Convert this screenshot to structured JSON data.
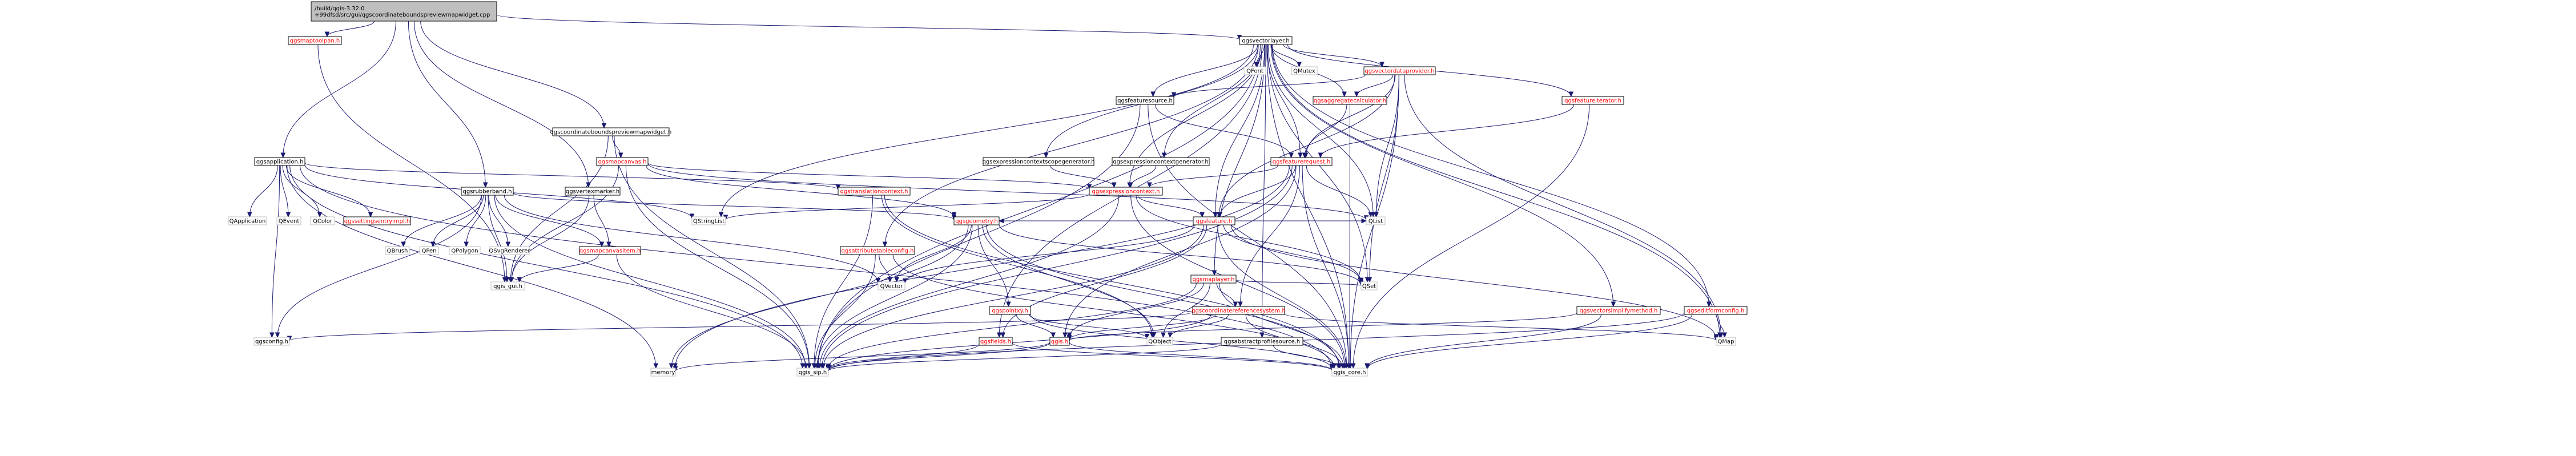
{
  "colors": {
    "edge": "#191970",
    "root_fill": "#bfbfbf",
    "root_stroke": "#000000",
    "plain_stroke": "#000000",
    "nodoc_stroke": "#bfbfbf",
    "linked_stroke": "#ff0000",
    "text": "#000000"
  },
  "nodes": [
    {
      "id": "root",
      "lines": [
        "/build/qgis-3.32.0",
        "+99dfsd/src/gui/qgscoordinateboundspreviewmapwidget.cpp"
      ],
      "style": "root"
    },
    {
      "id": "qgsvectorlayer_h",
      "lines": [
        "qgsvectorlayer.h"
      ],
      "style": "plain"
    },
    {
      "id": "qgsmaptoolpan_h",
      "lines": [
        "qgsmaptoolpan.h"
      ],
      "style": "linked"
    },
    {
      "id": "qgscoordinateboundspreviewmapwidget_h",
      "lines": [
        "qgscoordinateboundspreviewmapwidget.h"
      ],
      "style": "plain"
    },
    {
      "id": "qgsapplication_h",
      "lines": [
        "qgsapplication.h"
      ],
      "style": "plain"
    },
    {
      "id": "qgsvectordataprovider_h",
      "lines": [
        "qgsvectordataprovider.h"
      ],
      "style": "linked"
    },
    {
      "id": "qgsfeaturesource_h",
      "lines": [
        "qgsfeaturesource.h"
      ],
      "style": "plain"
    },
    {
      "id": "qgsaggregatecalculator_h",
      "lines": [
        "qgsaggregatecalculator.h"
      ],
      "style": "linked"
    },
    {
      "id": "qgsfeatureiterator_h",
      "lines": [
        "qgsfeatureiterator.h"
      ],
      "style": "linked"
    },
    {
      "id": "qgsmapcanvas_h",
      "lines": [
        "qgsmapcanvas.h"
      ],
      "style": "linked"
    },
    {
      "id": "qgsexpressioncontextscopegenerator_h",
      "lines": [
        "qgsexpressioncontextscopegenerator.h"
      ],
      "style": "plain"
    },
    {
      "id": "qgsexpressioncontextgenerator_h",
      "lines": [
        "qgsexpressioncontextgenerator.h"
      ],
      "style": "plain"
    },
    {
      "id": "qgsfeaturerequest_h",
      "lines": [
        "qgsfeaturerequest.h"
      ],
      "style": "linked"
    },
    {
      "id": "qgsexpressioncontext_h",
      "lines": [
        "qgsexpressioncontext.h"
      ],
      "style": "linked"
    },
    {
      "id": "QFont",
      "lines": [
        "QFont"
      ],
      "style": "nodoc"
    },
    {
      "id": "QMutex",
      "lines": [
        "QMutex"
      ],
      "style": "nodoc"
    },
    {
      "id": "QApplication",
      "lines": [
        "QApplication"
      ],
      "style": "nodoc"
    },
    {
      "id": "QEvent",
      "lines": [
        "QEvent"
      ],
      "style": "nodoc"
    },
    {
      "id": "QColor",
      "lines": [
        "QColor"
      ],
      "style": "nodoc"
    },
    {
      "id": "qgssettingsentryimpl_h",
      "lines": [
        "qgssettingsentryimpl.h"
      ],
      "style": "linked"
    },
    {
      "id": "qgsrubberband_h",
      "lines": [
        "qgsrubberband.h"
      ],
      "style": "plain"
    },
    {
      "id": "qgsvertexmarker_h",
      "lines": [
        "qgsvertexmarker.h"
      ],
      "style": "plain"
    },
    {
      "id": "QStringList",
      "lines": [
        "QStringList"
      ],
      "style": "nodoc"
    },
    {
      "id": "qgstranslationcontext_h",
      "lines": [
        "qgstranslationcontext.h"
      ],
      "style": "linked"
    },
    {
      "id": "qgsfeature_h",
      "lines": [
        "qgsfeature.h"
      ],
      "style": "linked"
    },
    {
      "id": "QList",
      "lines": [
        "QList"
      ],
      "style": "nodoc"
    },
    {
      "id": "QBrush",
      "lines": [
        "QBrush"
      ],
      "style": "nodoc"
    },
    {
      "id": "QPen",
      "lines": [
        "QPen"
      ],
      "style": "nodoc"
    },
    {
      "id": "QPolygon",
      "lines": [
        "QPolygon"
      ],
      "style": "nodoc"
    },
    {
      "id": "QSvgRenderer",
      "lines": [
        "QSvgRenderer"
      ],
      "style": "nodoc"
    },
    {
      "id": "qgsmapcanvasitem_h",
      "lines": [
        "qgsmapcanvasitem.h"
      ],
      "style": "linked"
    },
    {
      "id": "qgsattributetableconfig_h",
      "lines": [
        "qgsattributetableconfig.h"
      ],
      "style": "linked"
    },
    {
      "id": "qgsgeometry_h",
      "lines": [
        "qgsgeometry.h"
      ],
      "style": "linked"
    },
    {
      "id": "qgsmaplayer_h",
      "lines": [
        "qgsmaplayer.h"
      ],
      "style": "linked"
    },
    {
      "id": "qgsvectorsimplifymethod_h",
      "lines": [
        "qgsvectorsimplifymethod.h"
      ],
      "style": "linked"
    },
    {
      "id": "qgseditformconfig_h",
      "lines": [
        "qgseditformconfig.h"
      ],
      "style": "linked"
    },
    {
      "id": "QVector",
      "lines": [
        "QVector"
      ],
      "style": "nodoc"
    },
    {
      "id": "qgspointxy_h",
      "lines": [
        "qgspointxy.h"
      ],
      "style": "linked"
    },
    {
      "id": "qgscoordinatereferencesystem_h",
      "lines": [
        "qgscoordinatereferencesystem.h"
      ],
      "style": "linked"
    },
    {
      "id": "QSet",
      "lines": [
        "QSet"
      ],
      "style": "nodoc"
    },
    {
      "id": "QMap",
      "lines": [
        "QMap"
      ],
      "style": "nodoc"
    },
    {
      "id": "qgis_gui_h",
      "lines": [
        "qgis_gui.h"
      ],
      "style": "nodoc"
    },
    {
      "id": "qgsconfig_h",
      "lines": [
        "qgsconfig.h"
      ],
      "style": "nodoc"
    },
    {
      "id": "qgis_h",
      "lines": [
        "qgis.h"
      ],
      "style": "linked"
    },
    {
      "id": "qgsfields_h",
      "lines": [
        "qgsfields.h"
      ],
      "style": "linked"
    },
    {
      "id": "QObject",
      "lines": [
        "QObject"
      ],
      "style": "nodoc"
    },
    {
      "id": "qgsabstractprofilesource_h",
      "lines": [
        "qgsabstractprofilesource.h"
      ],
      "style": "plain"
    },
    {
      "id": "memory",
      "lines": [
        "memory"
      ],
      "style": "nodoc"
    },
    {
      "id": "qgis_sip_h",
      "lines": [
        "qgis_sip.h"
      ],
      "style": "nodoc"
    },
    {
      "id": "qgis_core_h",
      "lines": [
        "qgis_core.h"
      ],
      "style": "nodoc"
    }
  ],
  "edges": [
    [
      "root",
      "qgsvectorlayer_h"
    ],
    [
      "root",
      "qgsmaptoolpan_h"
    ],
    [
      "root",
      "qgscoordinateboundspreviewmapwidget_h"
    ],
    [
      "root",
      "qgsapplication_h"
    ],
    [
      "root",
      "qgsrubberband_h"
    ],
    [
      "root",
      "qgsvertexmarker_h"
    ],
    [
      "qgsmaptoolpan_h",
      "qgis_gui_h"
    ],
    [
      "qgscoordinateboundspreviewmapwidget_h",
      "qgsmapcanvas_h"
    ],
    [
      "qgscoordinateboundspreviewmapwidget_h",
      "qgis_gui_h"
    ],
    [
      "qgscoordinateboundspreviewmapwidget_h",
      "qgis_sip_h"
    ],
    [
      "qgsvectorlayer_h",
      "qgsvectordataprovider_h"
    ],
    [
      "qgsvectorlayer_h",
      "qgsfeaturesource_h"
    ],
    [
      "qgsvectorlayer_h",
      "qgsaggregatecalculator_h"
    ],
    [
      "qgsvectorlayer_h",
      "qgsfeatureiterator_h"
    ],
    [
      "qgsvectorlayer_h",
      "qgsexpressioncontextscopegenerator_h"
    ],
    [
      "qgsvectorlayer_h",
      "qgsexpressioncontextgenerator_h"
    ],
    [
      "qgsvectorlayer_h",
      "qgsfeaturerequest_h"
    ],
    [
      "qgsvectorlayer_h",
      "qgsexpressioncontext_h"
    ],
    [
      "qgsvectorlayer_h",
      "QFont"
    ],
    [
      "qgsvectorlayer_h",
      "QMutex"
    ],
    [
      "qgsvectorlayer_h",
      "QStringList"
    ],
    [
      "qgsvectorlayer_h",
      "qgsfeature_h"
    ],
    [
      "qgsvectorlayer_h",
      "QList"
    ],
    [
      "qgsvectorlayer_h",
      "qgsattributetableconfig_h"
    ],
    [
      "qgsvectorlayer_h",
      "qgsmaplayer_h"
    ],
    [
      "qgsvectorlayer_h",
      "qgsvectorsimplifymethod_h"
    ],
    [
      "qgsvectorlayer_h",
      "qgseditformconfig_h"
    ],
    [
      "qgsvectorlayer_h",
      "QSet"
    ],
    [
      "qgsvectorlayer_h",
      "QMap"
    ],
    [
      "qgsvectorlayer_h",
      "qgsfields_h"
    ],
    [
      "qgsvectorlayer_h",
      "qgsabstractprofilesource_h"
    ],
    [
      "qgsvectorlayer_h",
      "qgis_sip_h"
    ],
    [
      "qgsvectorlayer_h",
      "qgis_core_h"
    ],
    [
      "qgsvectordataprovider_h",
      "qgsfeaturesource_h"
    ],
    [
      "qgsvectordataprovider_h",
      "qgsaggregatecalculator_h"
    ],
    [
      "qgsvectordataprovider_h",
      "qgsfeaturerequest_h"
    ],
    [
      "qgsvectordataprovider_h",
      "qgsfeature_h"
    ],
    [
      "qgsvectordataprovider_h",
      "QList"
    ],
    [
      "qgsvectordataprovider_h",
      "QSet"
    ],
    [
      "qgsvectordataprovider_h",
      "QMap"
    ],
    [
      "qgsvectordataprovider_h",
      "qgis_core_h"
    ],
    [
      "qgsfeaturesource_h",
      "qgsfeaturerequest_h"
    ],
    [
      "qgsfeaturesource_h",
      "qgis_core_h"
    ],
    [
      "qgsfeaturesource_h",
      "qgis_sip_h"
    ],
    [
      "qgsaggregatecalculator_h",
      "qgsfeaturerequest_h"
    ],
    [
      "qgsaggregatecalculator_h",
      "qgis_core_h"
    ],
    [
      "qgsfeatureiterator_h",
      "qgsfeaturerequest_h"
    ],
    [
      "qgsfeatureiterator_h",
      "qgis_core_h"
    ],
    [
      "qgsmapcanvas_h",
      "qgsexpressioncontext_h"
    ],
    [
      "qgsmapcanvas_h",
      "qgsgeometry_h"
    ],
    [
      "qgsmapcanvas_h",
      "qgis_gui_h"
    ],
    [
      "qgsmapcanvas_h",
      "qgis_sip_h"
    ],
    [
      "qgsmapcanvas_h",
      "QList"
    ],
    [
      "qgsexpressioncontextscopegenerator_h",
      "qgsexpressioncontext_h"
    ],
    [
      "qgsexpressioncontextgenerator_h",
      "qgsexpressioncontext_h"
    ],
    [
      "qgsfeaturerequest_h",
      "qgsexpressioncontext_h"
    ],
    [
      "qgsfeaturerequest_h",
      "qgsfeature_h"
    ],
    [
      "qgsfeaturerequest_h",
      "QList"
    ],
    [
      "qgsfeaturerequest_h",
      "qgscoordinatereferencesystem_h"
    ],
    [
      "qgsfeaturerequest_h",
      "qgis_h"
    ],
    [
      "qgsfeaturerequest_h",
      "qgis_core_h"
    ],
    [
      "qgsfeaturerequest_h",
      "qgis_sip_h"
    ],
    [
      "qgsfeaturerequest_h",
      "memory"
    ],
    [
      "qgsexpressioncontext_h",
      "QStringList"
    ],
    [
      "qgsexpressioncontext_h",
      "QSet"
    ],
    [
      "qgsexpressioncontext_h",
      "qgsfeature_h"
    ],
    [
      "qgsexpressioncontext_h",
      "qgis_core_h"
    ],
    [
      "qgsexpressioncontext_h",
      "qgis_sip_h"
    ],
    [
      "qgsapplication_h",
      "QApplication"
    ],
    [
      "qgsapplication_h",
      "QEvent"
    ],
    [
      "qgsapplication_h",
      "QColor"
    ],
    [
      "qgsapplication_h",
      "qgssettingsentryimpl_h"
    ],
    [
      "qgsapplication_h",
      "QStringList"
    ],
    [
      "qgsapplication_h",
      "qgstranslationcontext_h"
    ],
    [
      "qgsapplication_h",
      "qgsconfig_h"
    ],
    [
      "qgsapplication_h",
      "qgis_core_h"
    ],
    [
      "qgsapplication_h",
      "qgis_sip_h"
    ],
    [
      "qgsapplication_h",
      "memory"
    ],
    [
      "qgsrubberband_h",
      "QBrush"
    ],
    [
      "qgsrubberband_h",
      "QPen"
    ],
    [
      "qgsrubberband_h",
      "QPolygon"
    ],
    [
      "qgsrubberband_h",
      "QSvgRenderer"
    ],
    [
      "qgsrubberband_h",
      "qgsmapcanvasitem_h"
    ],
    [
      "qgsrubberband_h",
      "qgsgeometry_h"
    ],
    [
      "qgsrubberband_h",
      "qgis_gui_h"
    ],
    [
      "qgsrubberband_h",
      "qgis_sip_h"
    ],
    [
      "qgsrubberband_h",
      "QVector"
    ],
    [
      "qgsrubberband_h",
      "qgsconfig_h"
    ],
    [
      "qgsvertexmarker_h",
      "qgsmapcanvasitem_h"
    ],
    [
      "qgsvertexmarker_h",
      "qgis_gui_h"
    ],
    [
      "qgstranslationcontext_h",
      "QObject"
    ],
    [
      "qgstranslationcontext_h",
      "qgis_core_h"
    ],
    [
      "qgstranslationcontext_h",
      "qgis_sip_h"
    ],
    [
      "qgsfeature_h",
      "QList"
    ],
    [
      "qgsfeature_h",
      "QSet"
    ],
    [
      "qgsfeature_h",
      "qgsgeometry_h"
    ],
    [
      "qgsfeature_h",
      "qgsfields_h"
    ],
    [
      "qgsfeature_h",
      "QVector"
    ],
    [
      "qgsfeature_h",
      "qgis_core_h"
    ],
    [
      "qgsfeature_h",
      "qgis_sip_h"
    ],
    [
      "qgsfeature_h",
      "QMap"
    ],
    [
      "qgsmapcanvasitem_h",
      "qgis_gui_h"
    ],
    [
      "qgsmapcanvasitem_h",
      "qgis_sip_h"
    ],
    [
      "qgsattributetableconfig_h",
      "QVector"
    ],
    [
      "qgsattributetableconfig_h",
      "qgis_core_h"
    ],
    [
      "qgsattributetableconfig_h",
      "qgis_sip_h"
    ],
    [
      "qgsgeometry_h",
      "qgspointxy_h"
    ],
    [
      "qgsgeometry_h",
      "QSet"
    ],
    [
      "qgsgeometry_h",
      "QVector"
    ],
    [
      "qgsgeometry_h",
      "QObject"
    ],
    [
      "qgsgeometry_h",
      "qgis_core_h"
    ],
    [
      "qgsgeometry_h",
      "qgis_sip_h"
    ],
    [
      "qgsgeometry_h",
      "memory"
    ],
    [
      "qgsmaplayer_h",
      "qgscoordinatereferencesystem_h"
    ],
    [
      "qgsmaplayer_h",
      "qgis_h"
    ],
    [
      "qgsmaplayer_h",
      "QObject"
    ],
    [
      "qgsmaplayer_h",
      "qgis_core_h"
    ],
    [
      "qgsmaplayer_h",
      "qgis_sip_h"
    ],
    [
      "qgsmaplayer_h",
      "QSet"
    ],
    [
      "qgsvectorsimplifymethod_h",
      "qgis_core_h"
    ],
    [
      "qgsvectorsimplifymethod_h",
      "qgis_h"
    ],
    [
      "qgseditformconfig_h",
      "QMap"
    ],
    [
      "qgseditformconfig_h",
      "qgis_core_h"
    ],
    [
      "qgseditformconfig_h",
      "qgis_sip_h"
    ],
    [
      "qgspointxy_h",
      "qgis_h"
    ],
    [
      "qgspointxy_h",
      "QObject"
    ],
    [
      "qgspointxy_h",
      "qgis_core_h"
    ],
    [
      "qgscoordinatereferencesystem_h",
      "qgis_h"
    ],
    [
      "qgscoordinatereferencesystem_h",
      "QObject"
    ],
    [
      "qgscoordinatereferencesystem_h",
      "QMap"
    ],
    [
      "qgscoordinatereferencesystem_h",
      "qgis_core_h"
    ],
    [
      "qgscoordinatereferencesystem_h",
      "qgis_sip_h"
    ],
    [
      "qgscoordinatereferencesystem_h",
      "qgsconfig_h"
    ],
    [
      "qgis_h",
      "qgis_sip_h"
    ],
    [
      "qgis_h",
      "qgis_core_h"
    ],
    [
      "qgis_h",
      "memory"
    ],
    [
      "qgsfields_h",
      "qgis_sip_h"
    ],
    [
      "qgsfields_h",
      "qgis_core_h"
    ],
    [
      "qgsabstractprofilesource_h",
      "qgis_core_h"
    ],
    [
      "qgsabstractprofilesource_h",
      "qgis_sip_h"
    ]
  ]
}
